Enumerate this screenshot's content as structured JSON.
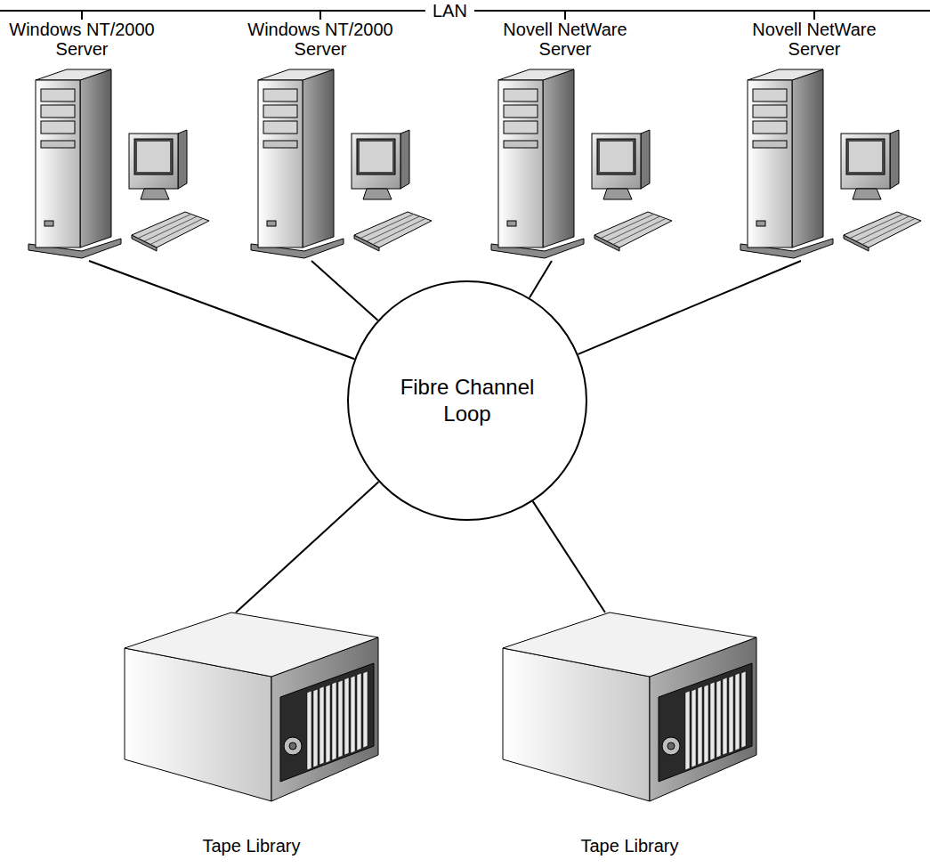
{
  "diagram": {
    "nodes": [
      {
        "text": [
          "LAN"
        ]
      },
      {
        "text": [
          "Windows NT/2000 Server"
        ]
      },
      {
        "text": [
          "Windows NT/2000 Server"
        ]
      },
      {
        "text": [
          "Novell NetWare Server"
        ]
      },
      {
        "text": [
          "Novell NetWare Server"
        ]
      },
      {
        "text": [
          "Fibre Channel Loop"
        ]
      },
      {
        "text": [
          "Tape Library"
        ]
      },
      {
        "text": [
          "Tape Library"
        ]
      }
    ],
    "edges": [
      {
        "from": 0,
        "to": 1,
        "arrow": "none"
      },
      {
        "from": 0,
        "to": 2,
        "arrow": "none"
      },
      {
        "from": 0,
        "to": 3,
        "arrow": "none"
      },
      {
        "from": 0,
        "to": 4,
        "arrow": "none"
      },
      {
        "from": 1,
        "to": 5,
        "arrow": "none"
      },
      {
        "from": 2,
        "to": 5,
        "arrow": "none"
      },
      {
        "from": 3,
        "to": 5,
        "arrow": "none"
      },
      {
        "from": 4,
        "to": 5,
        "arrow": "none"
      },
      {
        "from": 5,
        "to": 6,
        "arrow": "none"
      },
      {
        "from": 5,
        "to": 7,
        "arrow": "none"
      }
    ]
  }
}
